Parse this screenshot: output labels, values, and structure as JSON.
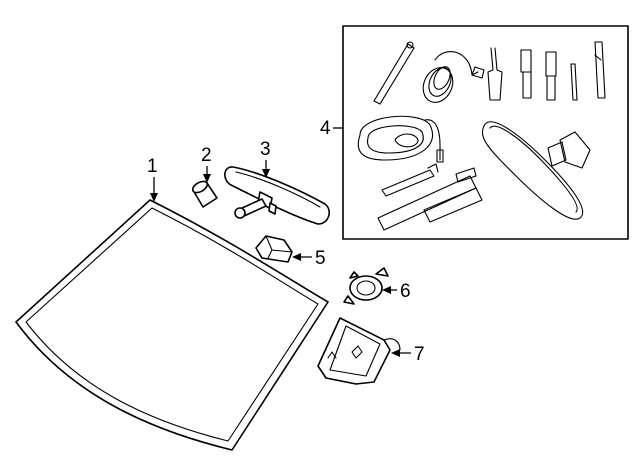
{
  "callouts": {
    "c1": "1",
    "c2": "2",
    "c3": "3",
    "c4": "4",
    "c5": "5",
    "c6": "6",
    "c7": "7"
  },
  "parts": {
    "windshield": "windshield-icon",
    "sensor_cap": "sensor-cap-icon",
    "mirror": "rearview-mirror-icon",
    "mirror_kit": "mirror-kit-icon",
    "mount_bracket": "mount-bracket-icon",
    "rain_sensor": "rain-sensor-icon",
    "sensor_cover": "sensor-cover-icon"
  }
}
